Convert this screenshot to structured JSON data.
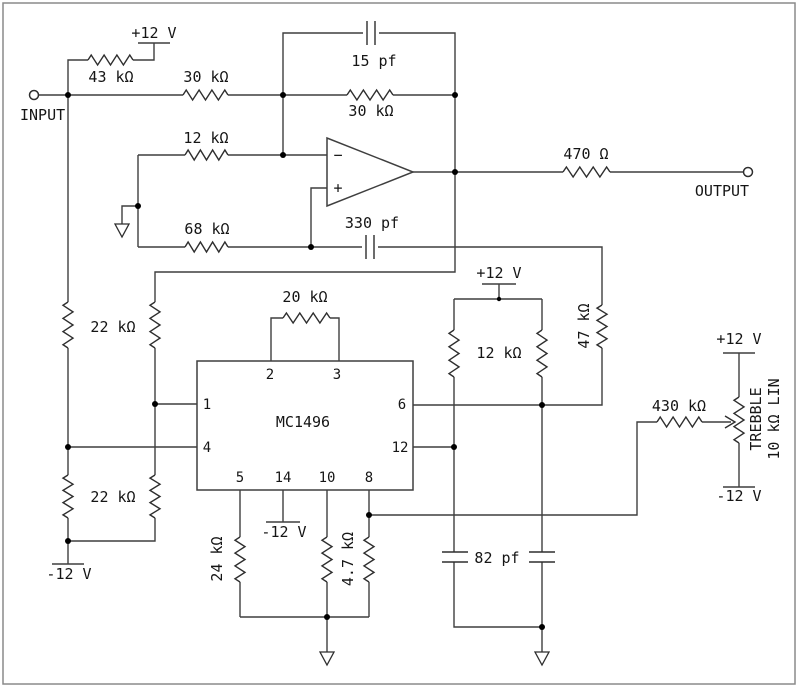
{
  "terminals": {
    "input": "INPUT",
    "output": "OUTPUT"
  },
  "power": {
    "pos": "+12 V",
    "neg": "-12 V"
  },
  "opamp": {
    "inverting": "−",
    "noninverting": "+"
  },
  "ic": {
    "name": "MC1496",
    "pins": {
      "p1": "1",
      "p2": "2",
      "p3": "3",
      "p4": "4",
      "p5": "5",
      "p6": "6",
      "p8": "8",
      "p10": "10",
      "p12": "12",
      "p14": "14"
    }
  },
  "components": {
    "r43": "43 kΩ",
    "r30_input": "30 kΩ",
    "r30_feedback": "30 kΩ",
    "c15": "15 pf",
    "r12_input": "12 kΩ",
    "r68": "68 kΩ",
    "c330": "330 pf",
    "r470": "470 Ω",
    "r20": "20 kΩ",
    "r22_upper": "22 kΩ",
    "r22_lower": "22 kΩ",
    "r12_pair": "12 kΩ",
    "r47": "47 kΩ",
    "r24": "24 kΩ",
    "r4_7": "4.7 kΩ",
    "c82": "82 pf",
    "r430": "430 kΩ",
    "pot_label": "TREBBLE",
    "pot_value": "10 kΩ LIN"
  },
  "colors": {
    "background": "#ffffff",
    "wire": "#3f3f3f",
    "text": "#151515"
  }
}
